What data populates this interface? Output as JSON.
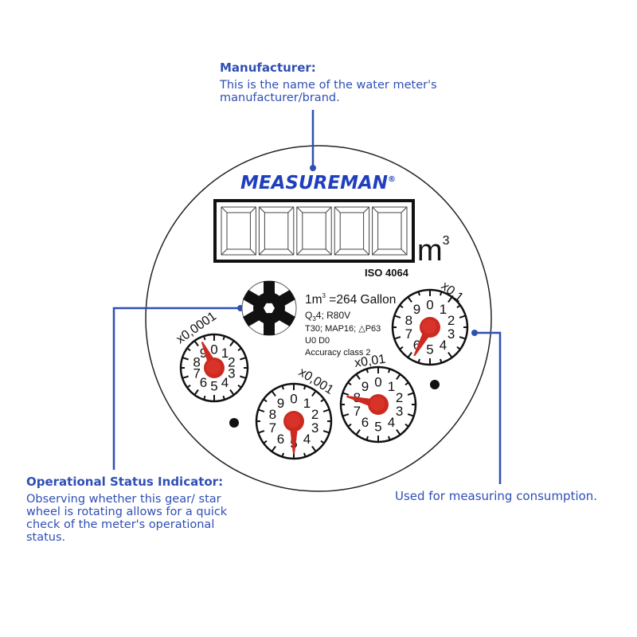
{
  "colors": {
    "annotation": "#2f4fb5",
    "brand": "#1f3fbd",
    "pointer": "#cc2a20",
    "ink": "#111111"
  },
  "callouts": {
    "manufacturer": {
      "title": "Manufacturer:",
      "body": "This is the name of the water meter's manufacturer/brand."
    },
    "status": {
      "title": "Operational Status Indicator:",
      "body": "Observing whether this gear/ star wheel is rotating allows for a quick check of the meter's operational status."
    },
    "consumption": {
      "body": "Used for measuring consumption."
    }
  },
  "meter": {
    "brand": "MEASUREMAN",
    "brand_mark": "®",
    "register_digit_count": 5,
    "unit": "m",
    "unit_sup": "3",
    "standard": "ISO 4064",
    "status_indicator_icon": "star-wheel-icon",
    "specs": {
      "conversion_a": "1m",
      "conversion_sup": "3",
      "conversion_b": " =264 Gallon",
      "q_line_a": "Q",
      "q_line_sub": "3",
      "q_line_b": "4; R80V",
      "pressure_line": "T30; MAP16; △P63",
      "ud_line": "U0 D0",
      "accuracy": "Accuracy class 2"
    },
    "dials": [
      {
        "multiplier": "x0,0001",
        "reading": 9.3,
        "numbers": [
          "0",
          "1",
          "2",
          "3",
          "4",
          "5",
          "6",
          "7",
          "8",
          "9"
        ]
      },
      {
        "multiplier": "x0,001",
        "reading": 5.0,
        "numbers": [
          "0",
          "1",
          "2",
          "3",
          "4",
          "5",
          "6",
          "7",
          "8",
          "9"
        ]
      },
      {
        "multiplier": "x0,01",
        "reading": 7.9,
        "numbers": [
          "0",
          "1",
          "2",
          "3",
          "4",
          "5",
          "6",
          "7",
          "8",
          "9"
        ]
      },
      {
        "multiplier": "x0,1",
        "reading": 5.8,
        "numbers": [
          "0",
          "1",
          "2",
          "3",
          "4",
          "5",
          "6",
          "7",
          "8",
          "9"
        ]
      }
    ]
  }
}
